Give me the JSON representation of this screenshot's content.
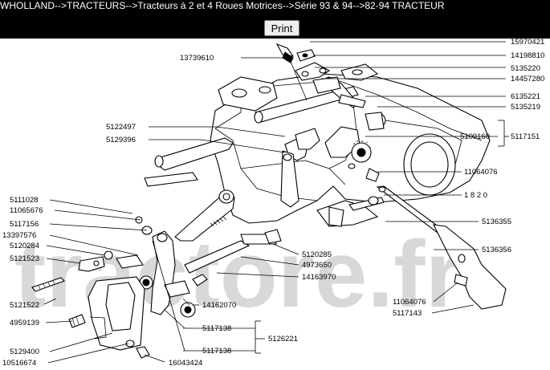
{
  "breadcrumb": "WHOLLAND-->TRACTEURS-->Tracteurs à 2 et 4 Roues Motrices-->Série 93 & 94-->82-94 TRACTEUR",
  "print_label": "Print",
  "watermark": "tractore.fr",
  "parts": {
    "p15970421": "15970421",
    "p14198810": "14198810",
    "p5135220": "5135220",
    "p14457280": "14457280",
    "p6135221": "6135221",
    "p5135219": "5135219",
    "p5109160": "5109160",
    "p5117151": "5117151",
    "p13739610": "13739610",
    "p5122497": "5122497",
    "p5129396": "5129396",
    "p11064076a": "11064076",
    "p1820": "1 8 2 0",
    "p5111028": "5111028",
    "p11065676": "11065676",
    "p5117156": "5117156",
    "p13397576": "13397576",
    "p5120284": "5120284",
    "p5121523": "5121523",
    "p5136355": "5136355",
    "p5136356": "5136356",
    "p5120285": "5120285",
    "p4973650": "4973650",
    "p14163970": "14163970",
    "p5121522": "5121522",
    "p14162070": "14162070",
    "p4959139": "4959139",
    "p11064076b": "11064076",
    "p5117143": "5117143",
    "p5117138a": "5117138",
    "p5126221": "5126221",
    "p5129400": "5129400",
    "p5117138b": "5117138",
    "p10516674": "10516674",
    "p16043424": "16043424"
  }
}
